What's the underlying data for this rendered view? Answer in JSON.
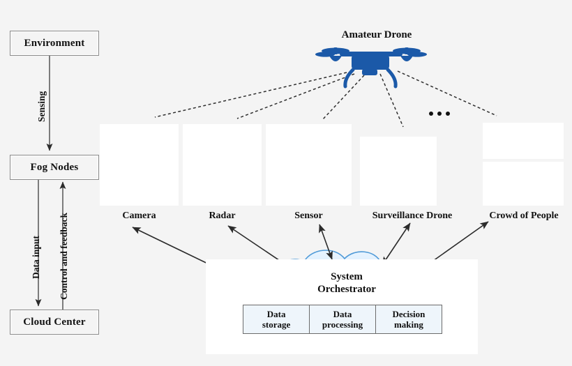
{
  "left_flow": {
    "boxes": [
      {
        "id": "environment",
        "label": "Environment"
      },
      {
        "id": "fog_nodes",
        "label": "Fog Nodes"
      },
      {
        "id": "cloud_center",
        "label": "Cloud Center"
      }
    ],
    "edge_labels": {
      "sensing": "Sensing",
      "data_input": "Data input",
      "control_feedback": "Control and feedback"
    }
  },
  "top": {
    "drone_label": "Amateur Drone",
    "drone_color": "#1b59a8",
    "ellipsis": "•••"
  },
  "devices": [
    {
      "id": "camera",
      "label": "Camera",
      "image": "surveillance-camera-pole-sky-photo"
    },
    {
      "id": "radar",
      "label": "Radar",
      "image": "tan-radar-tripod-photo"
    },
    {
      "id": "sensor",
      "label": "Sensor",
      "image": "green-pcb-board-antennas-photo"
    },
    {
      "id": "surveillance_drone",
      "label": "Surveillance Drone",
      "image": "black-quadcopter-silhouette"
    },
    {
      "id": "crowd",
      "label": "Crowd of People",
      "image": "black-crowd-silhouette"
    }
  ],
  "cloud": {
    "title": "System\nOrchestrator",
    "title_line1": "System",
    "title_line2": "Orchestrator",
    "fill_color": "#bcdcfa",
    "cells": [
      {
        "id": "data_storage",
        "line1": "Data",
        "line2": "storage"
      },
      {
        "id": "data_processing",
        "line1": "Data",
        "line2": "processing"
      },
      {
        "id": "decision_making",
        "line1": "Decision",
        "line2": "making"
      }
    ]
  },
  "colors": {
    "background": "#f4f4f4",
    "panel": "#ffffff",
    "box_border": "#8a8a8a",
    "arrow": "#2b2b2b",
    "drone_blue": "#1b59a8",
    "radar_tan": "#b79a5b",
    "pcb_green": "#3f7d4c"
  }
}
